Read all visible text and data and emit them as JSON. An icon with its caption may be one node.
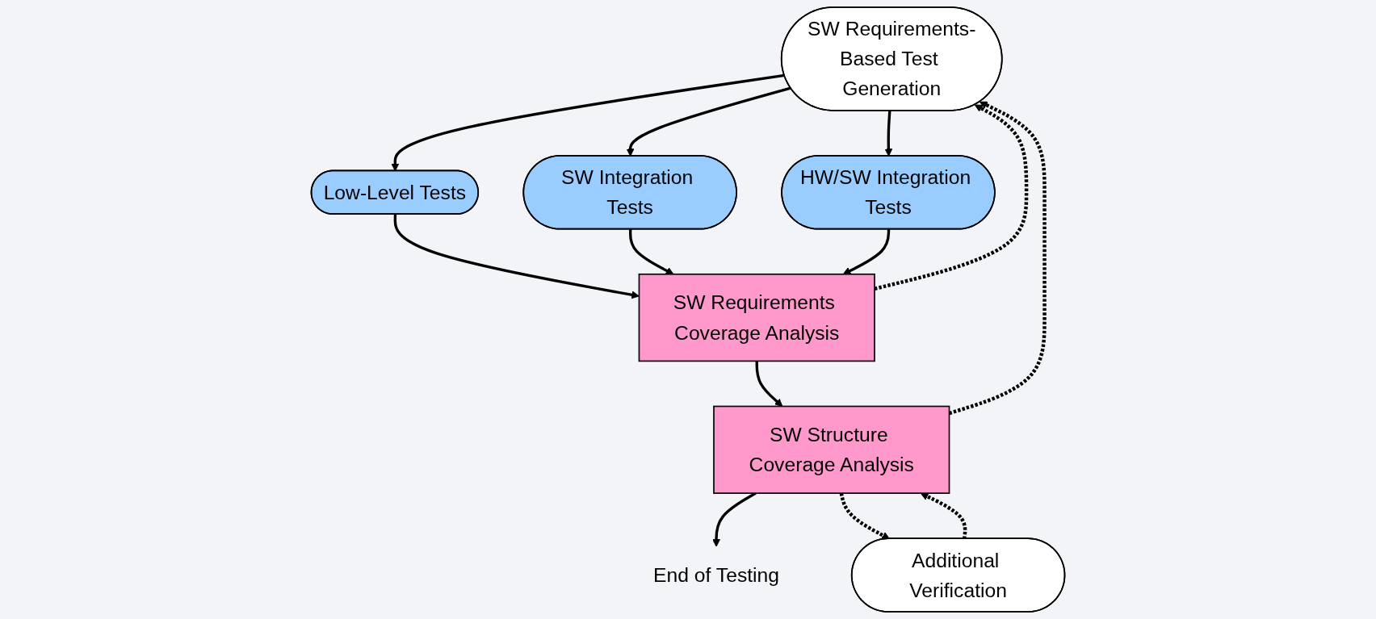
{
  "diagram": {
    "nodes": [
      {
        "text": [
          "SW Requirements-Based Test Generation"
        ]
      },
      {
        "text": [
          "Low-Level Tests"
        ]
      },
      {
        "text": [
          "SW Integration Tests"
        ]
      },
      {
        "text": [
          "HW/SW Integration Tests"
        ]
      },
      {
        "text": [
          "SW Requirements Coverage Analysis"
        ]
      },
      {
        "text": [
          "Additional Verification"
        ]
      },
      {
        "text": [
          "SW Structure Coverage Analysis"
        ]
      },
      {
        "text": [
          "End of Testing"
        ]
      }
    ],
    "edges": [
      {
        "from": 0,
        "to": 1,
        "arrow": "to"
      },
      {
        "from": 0,
        "to": 2,
        "arrow": "to"
      },
      {
        "from": 0,
        "to": 3,
        "arrow": "to"
      },
      {
        "from": 1,
        "to": 4,
        "arrow": "to"
      },
      {
        "from": 2,
        "to": 4,
        "arrow": "to"
      },
      {
        "from": 3,
        "to": 4,
        "arrow": "to"
      },
      {
        "from": 4,
        "to": 6,
        "arrow": "to"
      },
      {
        "from": 6,
        "to": 7,
        "arrow": "to"
      },
      {
        "from": 6,
        "to": 5,
        "arrow": "to",
        "style": "dashed"
      },
      {
        "from": 5,
        "to": 6,
        "arrow": "to",
        "style": "dashed"
      },
      {
        "from": 4,
        "to": 0,
        "arrow": "to",
        "style": "dashed"
      },
      {
        "from": 6,
        "to": 0,
        "arrow": "to",
        "style": "dashed"
      }
    ]
  }
}
